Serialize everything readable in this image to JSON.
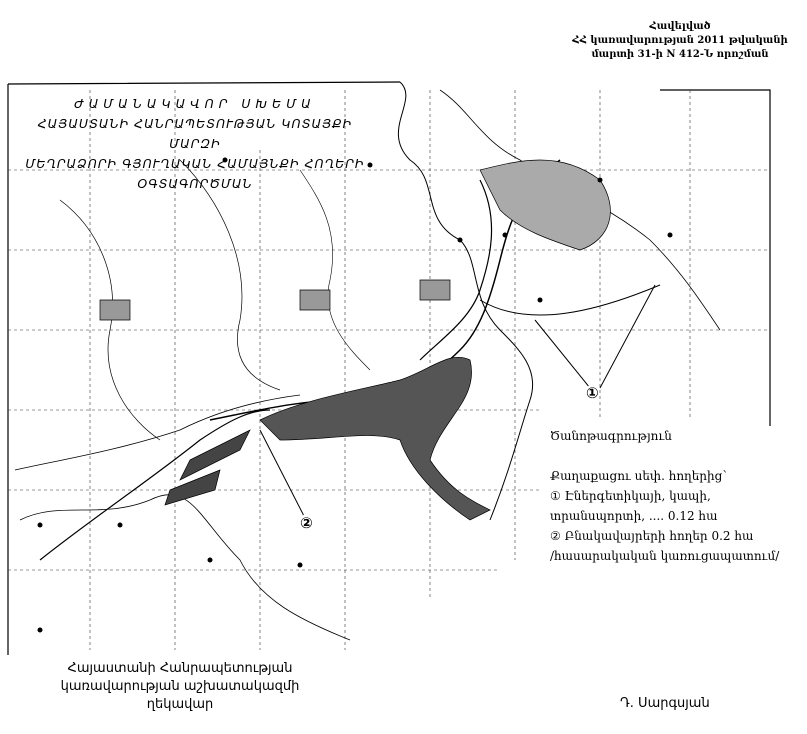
{
  "header": {
    "line1": "Հավելված",
    "line2": "ՀՀ կառավարության 2011 թվականի",
    "line3": "մարտի 31-ի N 412-Ն որոշման"
  },
  "map_title": {
    "line1": "ԺԱՄԱՆԱԿԱՎՈՐ ՍԽԵՄԱ",
    "line2": "ՀԱՅԱՍՏԱՆԻ ՀԱՆՐԱՊԵՏՈՒԹՅԱՆ ԿՈՏԱՅՔԻ ՄԱՐԶԻ",
    "line3": "ՄԵՂՐԱՁՈՐԻ ԳՅՈՒՂԱԿԱՆ ՀԱՄԱՅՆՔԻ ՀՈՂԵՐԻ",
    "line4": "ՕԳՏԱԳՈՐԾՄԱՆ"
  },
  "callouts": {
    "one": "①",
    "two": "②"
  },
  "legend": {
    "title": "Ծանոթագրություն",
    "subtitle": "Քաղաքացու սեփ. հողերից՝",
    "item1_line1": "① Էներգետիկայի, կապի,",
    "item1_line2": "տրանսպորտի, .... 0.12 հա",
    "item2_line1": "② Բնակավայրերի հողեր   0.2 հա",
    "item2_line2": "/հասարակական կառուցապատում/"
  },
  "footer": {
    "position_line1": "Հայաստանի Հանրապետության",
    "position_line2": "կառավարության աշխատակազմի",
    "position_line3": "ղեկավար",
    "signatory": "Դ. Սարգսյան"
  }
}
